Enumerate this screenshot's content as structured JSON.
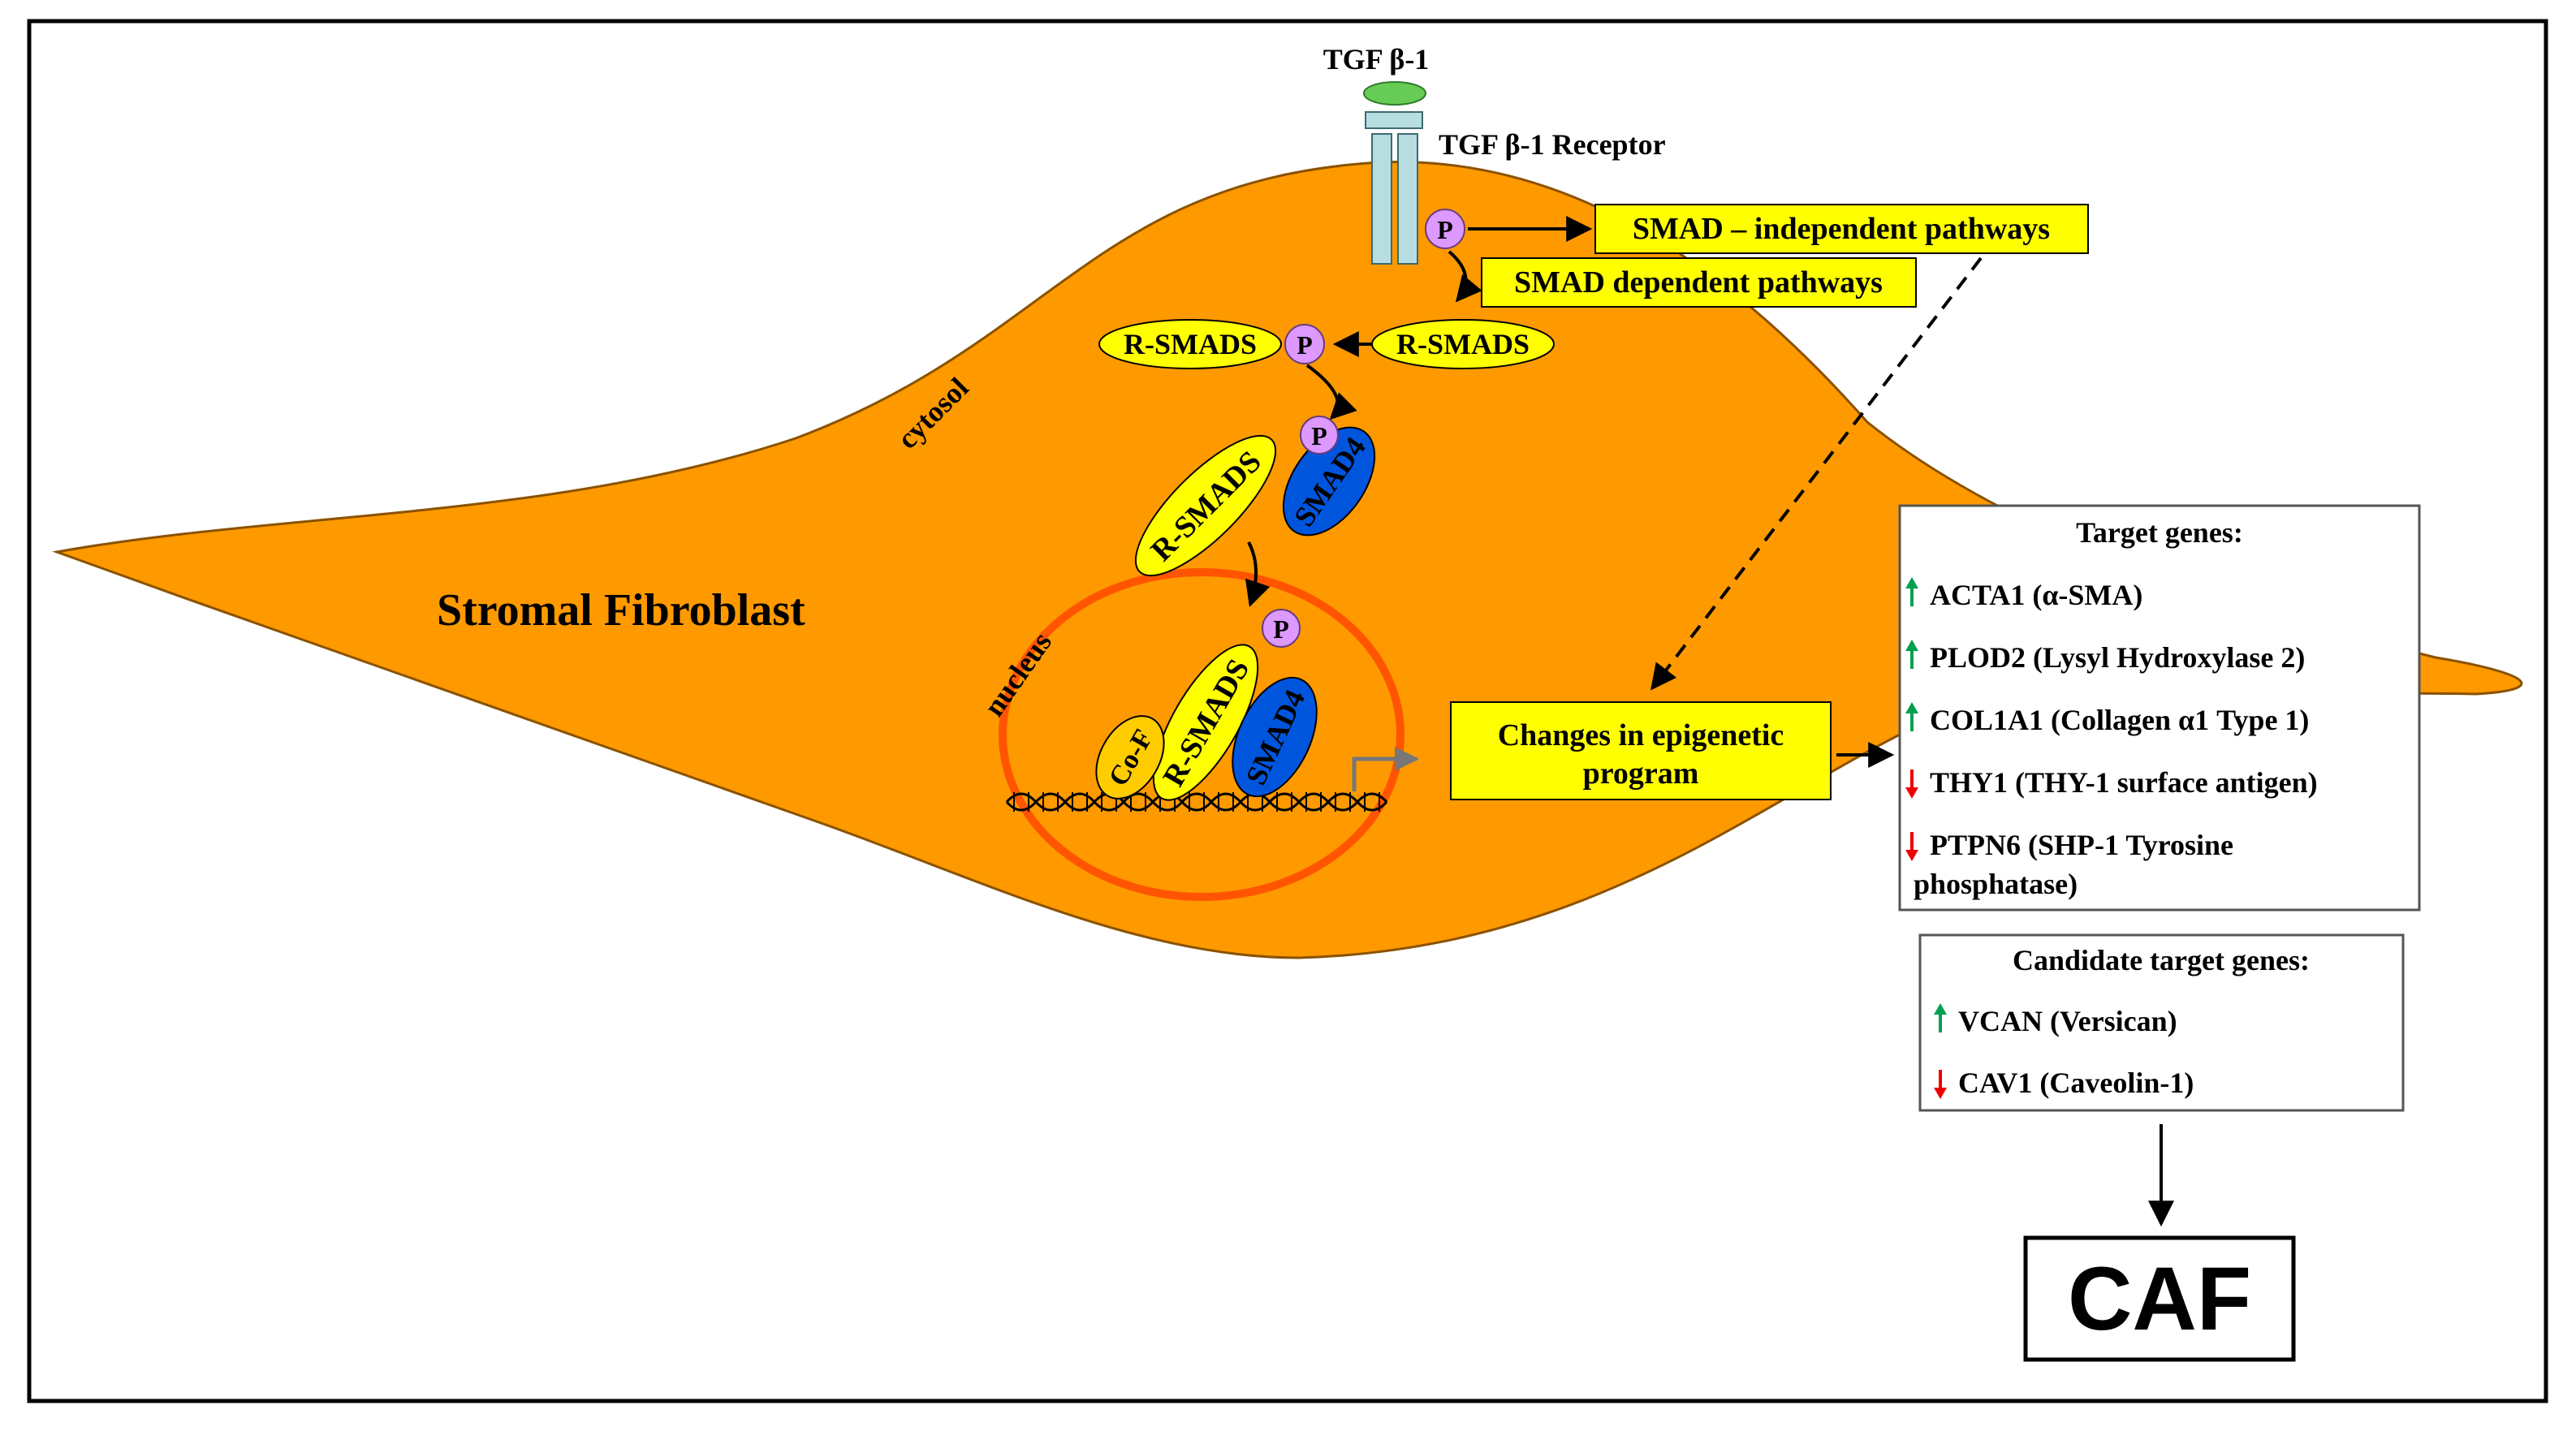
{
  "ligand": {
    "label": "TGF β-1"
  },
  "receptor": {
    "label": "TGF β-1 Receptor"
  },
  "cell": {
    "label": "Stromal Fibroblast",
    "cytosol_label": "cytosol",
    "nucleus_label": "nucleus"
  },
  "phospho": {
    "label": "P"
  },
  "pathways": {
    "independent": "SMAD – independent pathways",
    "dependent": "SMAD dependent pathways"
  },
  "smads": {
    "r_smads": "R-SMADS",
    "smad4": "SMAD4",
    "cofactor": "Co-F"
  },
  "epigenetic": {
    "line1": "Changes in epigenetic",
    "line2": "program"
  },
  "target_genes": {
    "title": "Target genes:",
    "items": [
      {
        "arrow": "up",
        "text": "ACTA1 (α-SMA)"
      },
      {
        "arrow": "up",
        "text": "PLOD2 (Lysyl Hydroxylase 2)"
      },
      {
        "arrow": "up",
        "text": "COL1A1 (Collagen α1 Type 1)"
      },
      {
        "arrow": "down",
        "text": "THY1 (THY-1 surface antigen)"
      },
      {
        "arrow": "down",
        "text": "PTPN6 (SHP-1 Tyrosine",
        "text2": "phosphatase)"
      }
    ]
  },
  "candidate_genes": {
    "title": "Candidate target genes:",
    "items": [
      {
        "arrow": "up",
        "text": "VCAN (Versican)"
      },
      {
        "arrow": "down",
        "text": "CAV1 (Caveolin-1)"
      }
    ]
  },
  "outcome": {
    "label": "CAF"
  },
  "colors": {
    "cell": "#ff9900",
    "nucleus_ring": "#ff5500",
    "yellow_box": "#ffff00",
    "smad4": "#0055dd",
    "phospho": "#dd99ff",
    "ligand": "#66cc55",
    "receptor": "#b8dde0",
    "up_arrow": "#00a050",
    "down_arrow": "#ee0000"
  }
}
